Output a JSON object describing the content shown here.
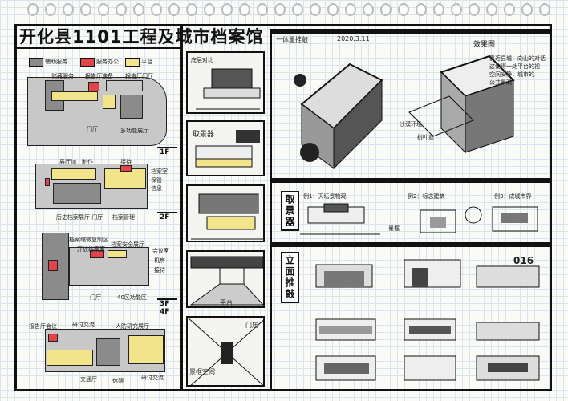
{
  "title": "开化县1101工程及城市档案馆",
  "header": {
    "sketch_label": "一体量推敲",
    "date": "2020.3.11",
    "effect_label": "效果图"
  },
  "legend": {
    "items": [
      "辅助服务",
      "服务办公",
      "平台"
    ]
  },
  "floors": {
    "f1": {
      "tag": "1F",
      "labels": [
        "储藏服务",
        "报告厅准备",
        "报告厅门厅",
        "门厅",
        "多功能展厅"
      ]
    },
    "f2": {
      "tag": "2F",
      "labels": [
        "展厅加工制作",
        "接待",
        "档案室",
        "保管",
        "信息",
        "历史档案展厅 门厅",
        "档案管理"
      ]
    },
    "f3": {
      "tag": "3F",
      "labels": [
        "档案缩微复制区",
        "开放档案室",
        "档案安全展厅",
        "会议室",
        "机房",
        "接待",
        "门厅",
        "40区功能区"
      ]
    },
    "f4": {
      "tag": "3F 4F",
      "labels": [
        "报告厅会议",
        "研讨交流",
        "人防研究展厅",
        "交通厅",
        "休憩",
        "研讨交流"
      ]
    }
  },
  "sketches": {
    "s1": "底层对比",
    "s2": "取景器",
    "s3": "",
    "s4": "平台",
    "s5": "景框空间",
    "s5b": "门庙"
  },
  "right_top": {
    "note_lines": [
      "靠近县城，向山的对话",
      "这使得一处平台的视",
      "空间安静，城市的",
      "公共景观"
    ],
    "notes_small": [
      "沙漠环境",
      "树叶遮"
    ]
  },
  "viewfinder": {
    "title": "取景器",
    "items": [
      "例1：天坛景物观",
      "例2：标志建筑",
      "例3：成城市界"
    ],
    "notes": [
      "景框"
    ]
  },
  "elevations": {
    "title": "立面推敲",
    "number": "016"
  }
}
